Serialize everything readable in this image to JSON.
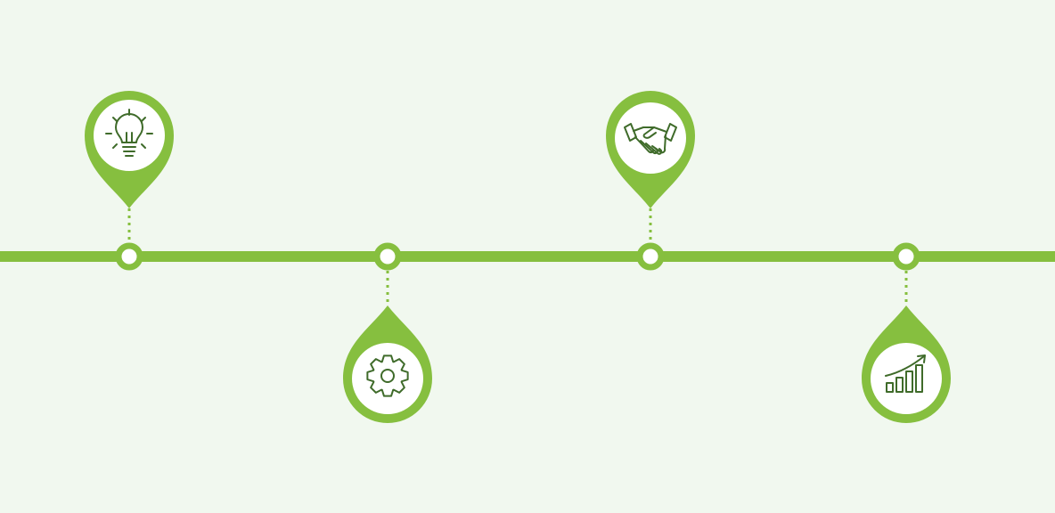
{
  "colors": {
    "background": "#f1f8ef",
    "accent": "#86bf3f",
    "icon_stroke": "#3f6b2a",
    "white": "#ffffff"
  },
  "timeline": {
    "milestones": [
      {
        "id": "idea",
        "icon": "lightbulb-icon",
        "pin_side": "top"
      },
      {
        "id": "process",
        "icon": "gear-icon",
        "pin_side": "bottom"
      },
      {
        "id": "partnership",
        "icon": "handshake-icon",
        "pin_side": "top"
      },
      {
        "id": "growth",
        "icon": "growth-chart-icon",
        "pin_side": "bottom"
      }
    ]
  }
}
